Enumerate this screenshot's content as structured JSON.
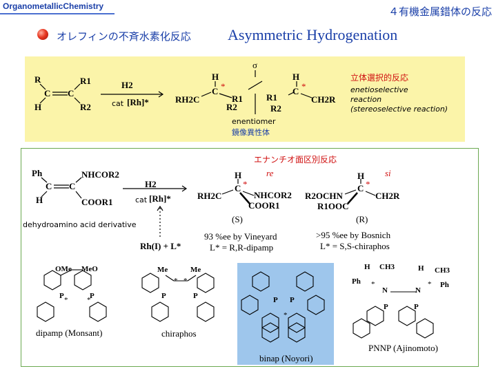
{
  "header": {
    "left": "OrganometallicChemistry",
    "right": "４有機金属錯体の反応"
  },
  "title": {
    "ja": "オレフィンの不斉水素化反応",
    "en": "Asymmetric Hydrogenation"
  },
  "colors": {
    "header_blue": "#1a3fa8",
    "highlight_yellow": "#fbf4a9",
    "binap_blue": "#9ec6ec",
    "accent_red": "#d01010",
    "box_green": "#6aa84f"
  },
  "top": {
    "sub_R": "R",
    "sub_C1": "C",
    "sub_C2": "C",
    "sub_R1": "R1",
    "sub_R2": "R2",
    "sub_H": "H",
    "reagent_top": "H2",
    "reagent_bottom_cat": "cat",
    "reagent_bottom_rh": "[Rh]*",
    "sigma": "σ",
    "p1_H": "H",
    "p1_C": "C",
    "p1_star": "*",
    "p1_left": "RH2C",
    "p1_R1": "R1",
    "p1_R2": "R2",
    "p2_H": "H",
    "p2_C": "C",
    "p2_star": "*",
    "p2_R1": "R1",
    "p2_R2": "R2",
    "p2_right": "CH2R",
    "enantiomer_en": "enentiomer",
    "enantiomer_ja": "鏡像異性体",
    "label_ja": "立体選択的反応",
    "label_en1": "enetioselective",
    "label_en2": "reaction",
    "label_en3": "(stereoselective reaction)"
  },
  "bottom": {
    "face_title": "エナンチオ面区別反応",
    "re": "re",
    "si": "si",
    "sub_Ph": "Ph",
    "sub_NHCOR2": "NHCOR2",
    "sub_H": "H",
    "sub_COOR1": "COOR1",
    "sub_C1": "C",
    "sub_C2": "C",
    "sub_caption": "dehydroamino acid derivative",
    "reagent_top": "H2",
    "reagent_bottom_cat": "cat",
    "reagent_bottom_rh": "[Rh]*",
    "catalyst_source": "Rh(I) + L*",
    "pS_H": "H",
    "pS_C": "C",
    "pS_star": "*",
    "pS_left": "RH2C",
    "pS_right": "NHCOR2",
    "pS_bottom": "COOR1",
    "pS_label": "(S)",
    "pR_H": "H",
    "pR_C": "C",
    "pR_star": "*",
    "pR_left": "R2OCHN",
    "pR_bottom": "R1OOC",
    "pR_right": "CH2R",
    "pR_label": "(R)",
    "pS_ee": "93 %ee   by Vineyard",
    "pS_ligand": "L* = R,R-dipamp",
    "pR_ee": ">95 %ee  by Bosnich",
    "pR_ligand": "L* = S,S-chiraphos"
  },
  "ligands": [
    {
      "name": "dipamp (Monsant)",
      "ome": "OMe",
      "meo": "MeO",
      "p": "P",
      "star": "*"
    },
    {
      "name": "chiraphos",
      "me1": "Me",
      "me2": "Me",
      "p": "P",
      "star": "*"
    },
    {
      "name": "binap (Noyori)",
      "p": "P",
      "star": "*"
    },
    {
      "name": "PNNP (Ajinomoto)",
      "h": "H",
      "ch3": "CH3",
      "ph": "Ph",
      "n": "N",
      "p": "P",
      "star": "*"
    }
  ]
}
